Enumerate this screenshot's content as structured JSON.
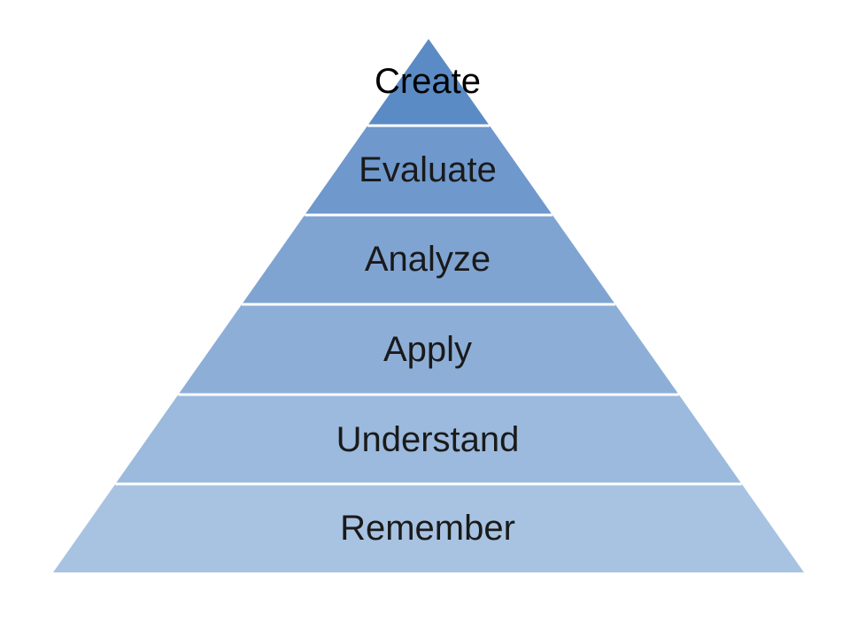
{
  "diagram": {
    "type": "pyramid",
    "levels": [
      {
        "label": "Create",
        "color": "#5b8bc5"
      },
      {
        "label": "Evaluate",
        "color": "#6f98cc"
      },
      {
        "label": "Analyze",
        "color": "#7fa4d2"
      },
      {
        "label": "Apply",
        "color": "#8dafd7"
      },
      {
        "label": "Understand",
        "color": "#9bbadd"
      },
      {
        "label": "Remember",
        "color": "#a8c3e1"
      }
    ],
    "divider_color": "#ffffff"
  }
}
